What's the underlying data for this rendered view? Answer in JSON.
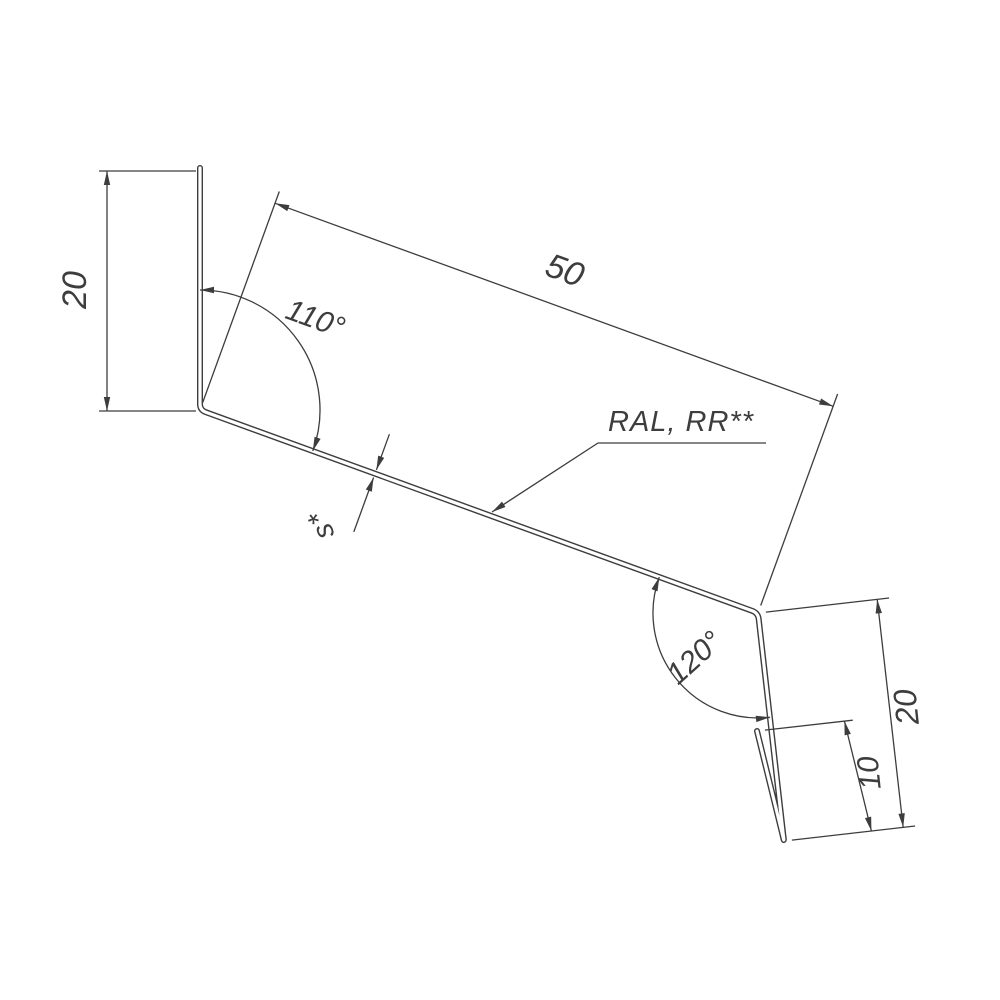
{
  "drawing": {
    "background": "#ffffff",
    "line_color": "#3d3d3d",
    "type_hint": "sheet-metal-flashing-profile-section",
    "labels": {
      "left_height": "20",
      "face_length": "50",
      "top_angle": "110°",
      "thickness": "s*",
      "coating": "RAL, RR**",
      "bottom_angle": "120°",
      "right_height": "20",
      "hem_length": "10"
    }
  }
}
